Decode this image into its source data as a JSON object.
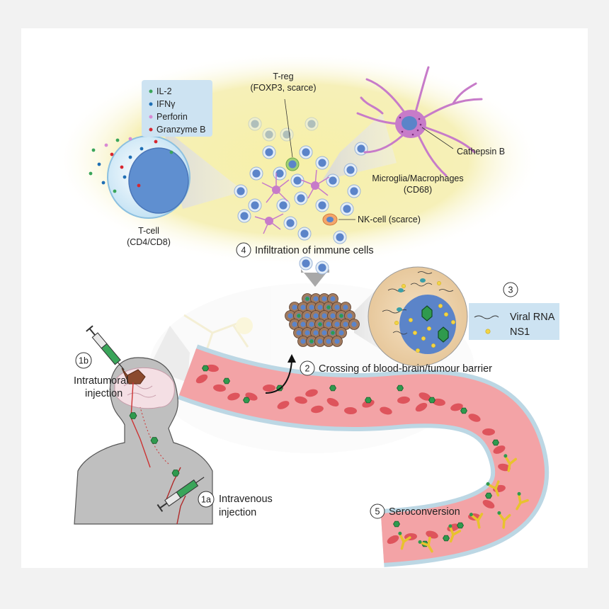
{
  "cytokines": {
    "items": [
      {
        "label": "IL-2",
        "color": "#3aa55a"
      },
      {
        "label": "IFNγ",
        "color": "#1f6fb5"
      },
      {
        "label": "Perforin",
        "color": "#d98ad4"
      },
      {
        "label": "Granzyme B",
        "color": "#d8262f"
      }
    ]
  },
  "labels": {
    "treg_line1": "T-reg",
    "treg_line2": "(FOXP3, scarce)",
    "cathepsin": "Cathepsin B",
    "microglia_line1": "Microglia/Macrophages",
    "microglia_line2": "(CD68)",
    "tcell_line1": "T-cell",
    "tcell_line2": "(CD4/CD8)",
    "nk": "NK-cell (scarce)",
    "intratumoral_line1": "Intratumoral",
    "intratumoral_line2": "injection",
    "intravenous_line1": "Intravenous",
    "intravenous_line2": "injection"
  },
  "steps": {
    "s1a": {
      "num": "1a"
    },
    "s1b": {
      "num": "1b"
    },
    "s2": {
      "num": "2",
      "text": "Crossing of blood-brain/tumour barrier"
    },
    "s3": {
      "num": "3"
    },
    "s4": {
      "num": "4",
      "text": "Infiltration of immune cells"
    },
    "s5": {
      "num": "5",
      "text": "Seroconversion"
    }
  },
  "legend3": {
    "viral_rna": "Viral RNA",
    "ns1": "NS1"
  },
  "colors": {
    "immune_glow": "#f5efb0",
    "cell_blue": "#5b84c9",
    "vessel": "#f08f93",
    "virus_green": "#2f9a4e",
    "antibody_yellow": "#f2d444",
    "microglia_purple": "#c77bc9"
  }
}
